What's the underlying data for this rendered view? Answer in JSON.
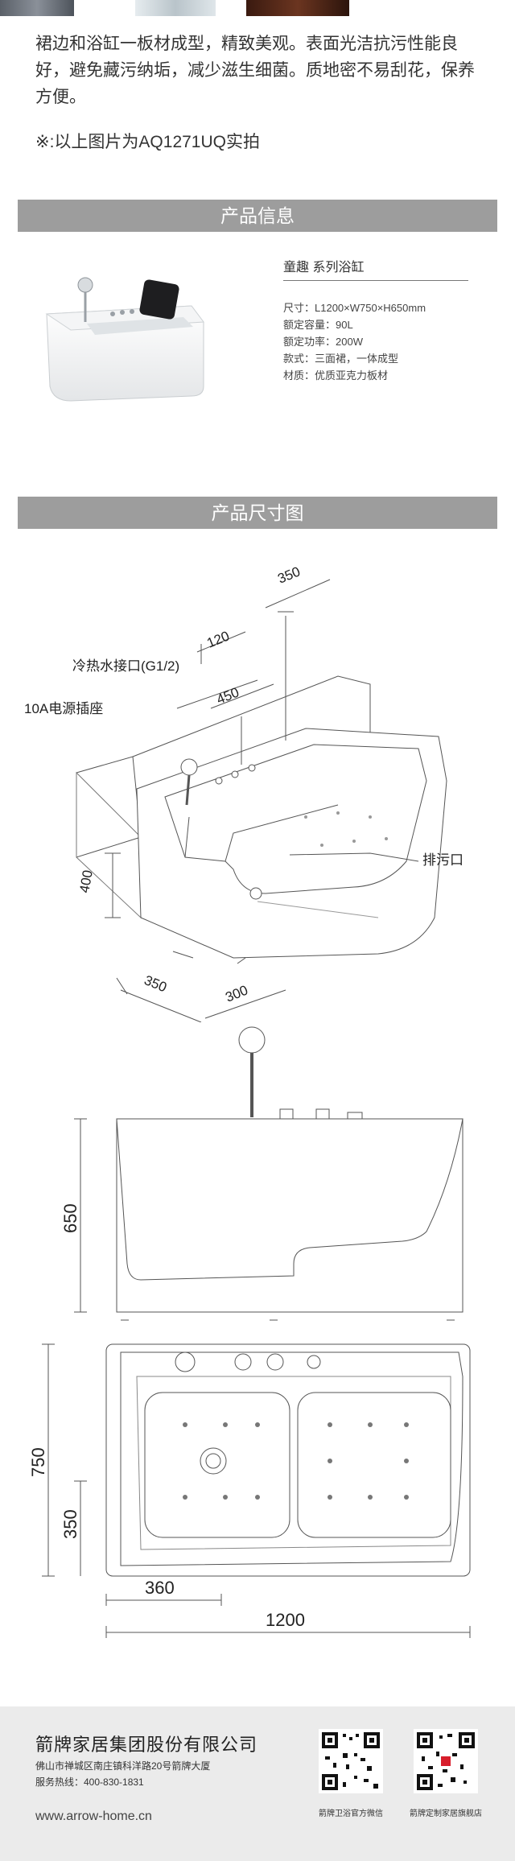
{
  "intro": {
    "description": "裙边和浴缸一板材成型，精致美观。表面光洁抗污性能良好，避免藏污纳垢，减少滋生细菌。质地密不易刮花，保养方便。",
    "photo_note": "※:以上图片为AQ1271UQ实拍"
  },
  "sections": {
    "product_info": "产品信息",
    "dimensions": "产品尺寸图"
  },
  "product": {
    "name": "童趣 系列浴缸",
    "specs": [
      "尺寸：L1200×W750×H650mm",
      "额定容量：90L",
      "额定功率：200W",
      "款式：三面裙，一体成型",
      "材质：优质亚克力板材"
    ]
  },
  "iso_drawing": {
    "labels": {
      "water_inlet": "冷热水接口(G1/2)",
      "socket": "10A电源插座",
      "drain": "排污口"
    },
    "dims": [
      "350",
      "120",
      "450",
      "400",
      "350",
      "300"
    ]
  },
  "front_drawing": {
    "height": "650"
  },
  "top_drawing": {
    "width": "750",
    "inner": "350",
    "offset": "360",
    "length": "1200"
  },
  "footer": {
    "company": "箭牌家居集团股份有限公司",
    "address": "佛山市禅城区南庄镇科洋路20号箭牌大厦",
    "hotline": "服务热线：400-830-1831",
    "website": "www.arrow-home.cn",
    "qr_captions": [
      "箭牌卫浴官方微信",
      "箭牌定制家居旗舰店"
    ]
  },
  "colors": {
    "band": "#9d9d9d",
    "footer_bg": "#ebebeb",
    "line": "#555555"
  }
}
